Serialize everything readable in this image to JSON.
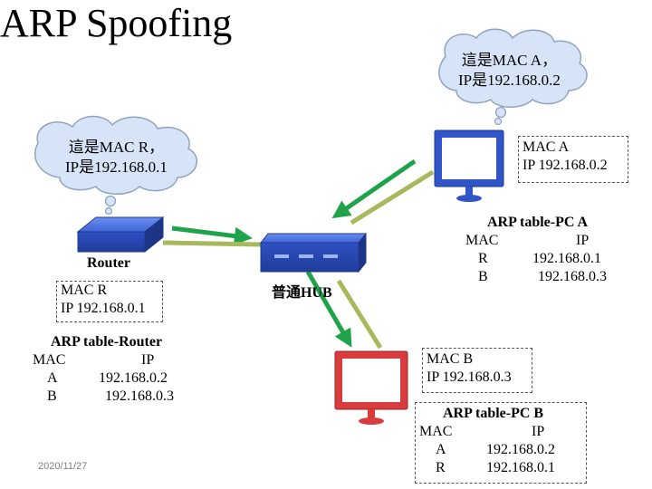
{
  "title": "ARP Spoofing",
  "clouds": {
    "top": {
      "line1": "這是MAC A，",
      "line2": "IP是192.168.0.2"
    },
    "left": {
      "line1": "這是MAC R，",
      "line2": "IP是192.168.0.1"
    }
  },
  "router": {
    "label": "Router",
    "info": {
      "mac": "MAC R",
      "ip": "IP 192.168.0.1"
    },
    "table": {
      "title": "ARP table-Router",
      "header": [
        "MAC",
        "IP"
      ],
      "rows": [
        [
          "A",
          "192.168.0.2"
        ],
        [
          "B",
          "192.168.0.3"
        ]
      ]
    }
  },
  "hub": {
    "label": "普通HUB"
  },
  "pc_a": {
    "info": {
      "mac": "MAC A",
      "ip": "IP 192.168.0.2"
    },
    "table": {
      "title": "ARP table-PC A",
      "header": [
        "MAC",
        "IP"
      ],
      "rows": [
        [
          "R",
          "192.168.0.1"
        ],
        [
          "B",
          "192.168.0.3"
        ]
      ]
    }
  },
  "pc_b": {
    "info": {
      "mac": "MAC B",
      "ip": "IP 192.168.0.3"
    },
    "table": {
      "title": "ARP table-PC B",
      "header": [
        "MAC",
        "IP"
      ],
      "rows": [
        [
          "A",
          "192.168.0.2"
        ],
        [
          "R",
          "192.168.0.1"
        ]
      ]
    }
  },
  "date": "2020/11/27",
  "colors": {
    "green": "#1fa34a",
    "olive": "#a7b85d",
    "blue_device": "#2f55c8",
    "red_device": "#d93c3c",
    "cloud_fill": "#d7e4f7"
  }
}
